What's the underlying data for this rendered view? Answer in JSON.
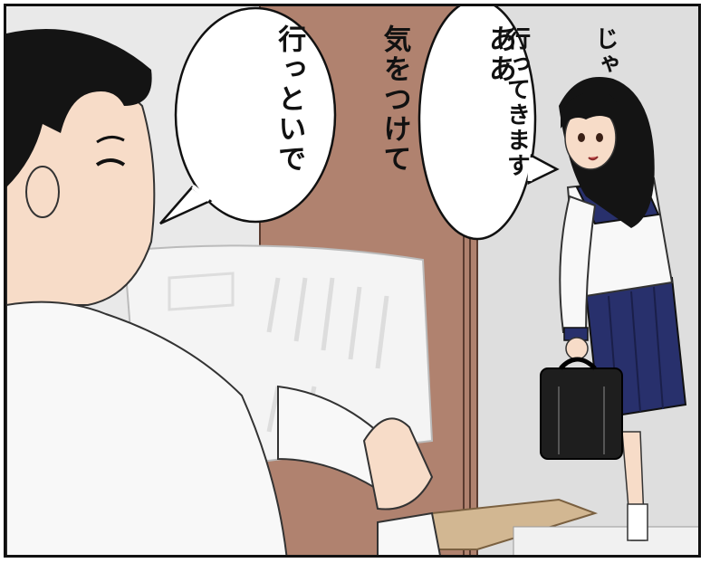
{
  "bubbles": {
    "father": {
      "line1": "ああ",
      "line2": "気をつけて",
      "line3": "行っといで"
    },
    "girl": {
      "line1": "じゃ",
      "line2": "行ってきます"
    }
  },
  "colors": {
    "wall": "#e9e9e9",
    "door": "#b0826f",
    "skirt": "#28306c",
    "bag": "#1e1e1e",
    "hair": "#141414",
    "skin": "#f7dcc8"
  }
}
